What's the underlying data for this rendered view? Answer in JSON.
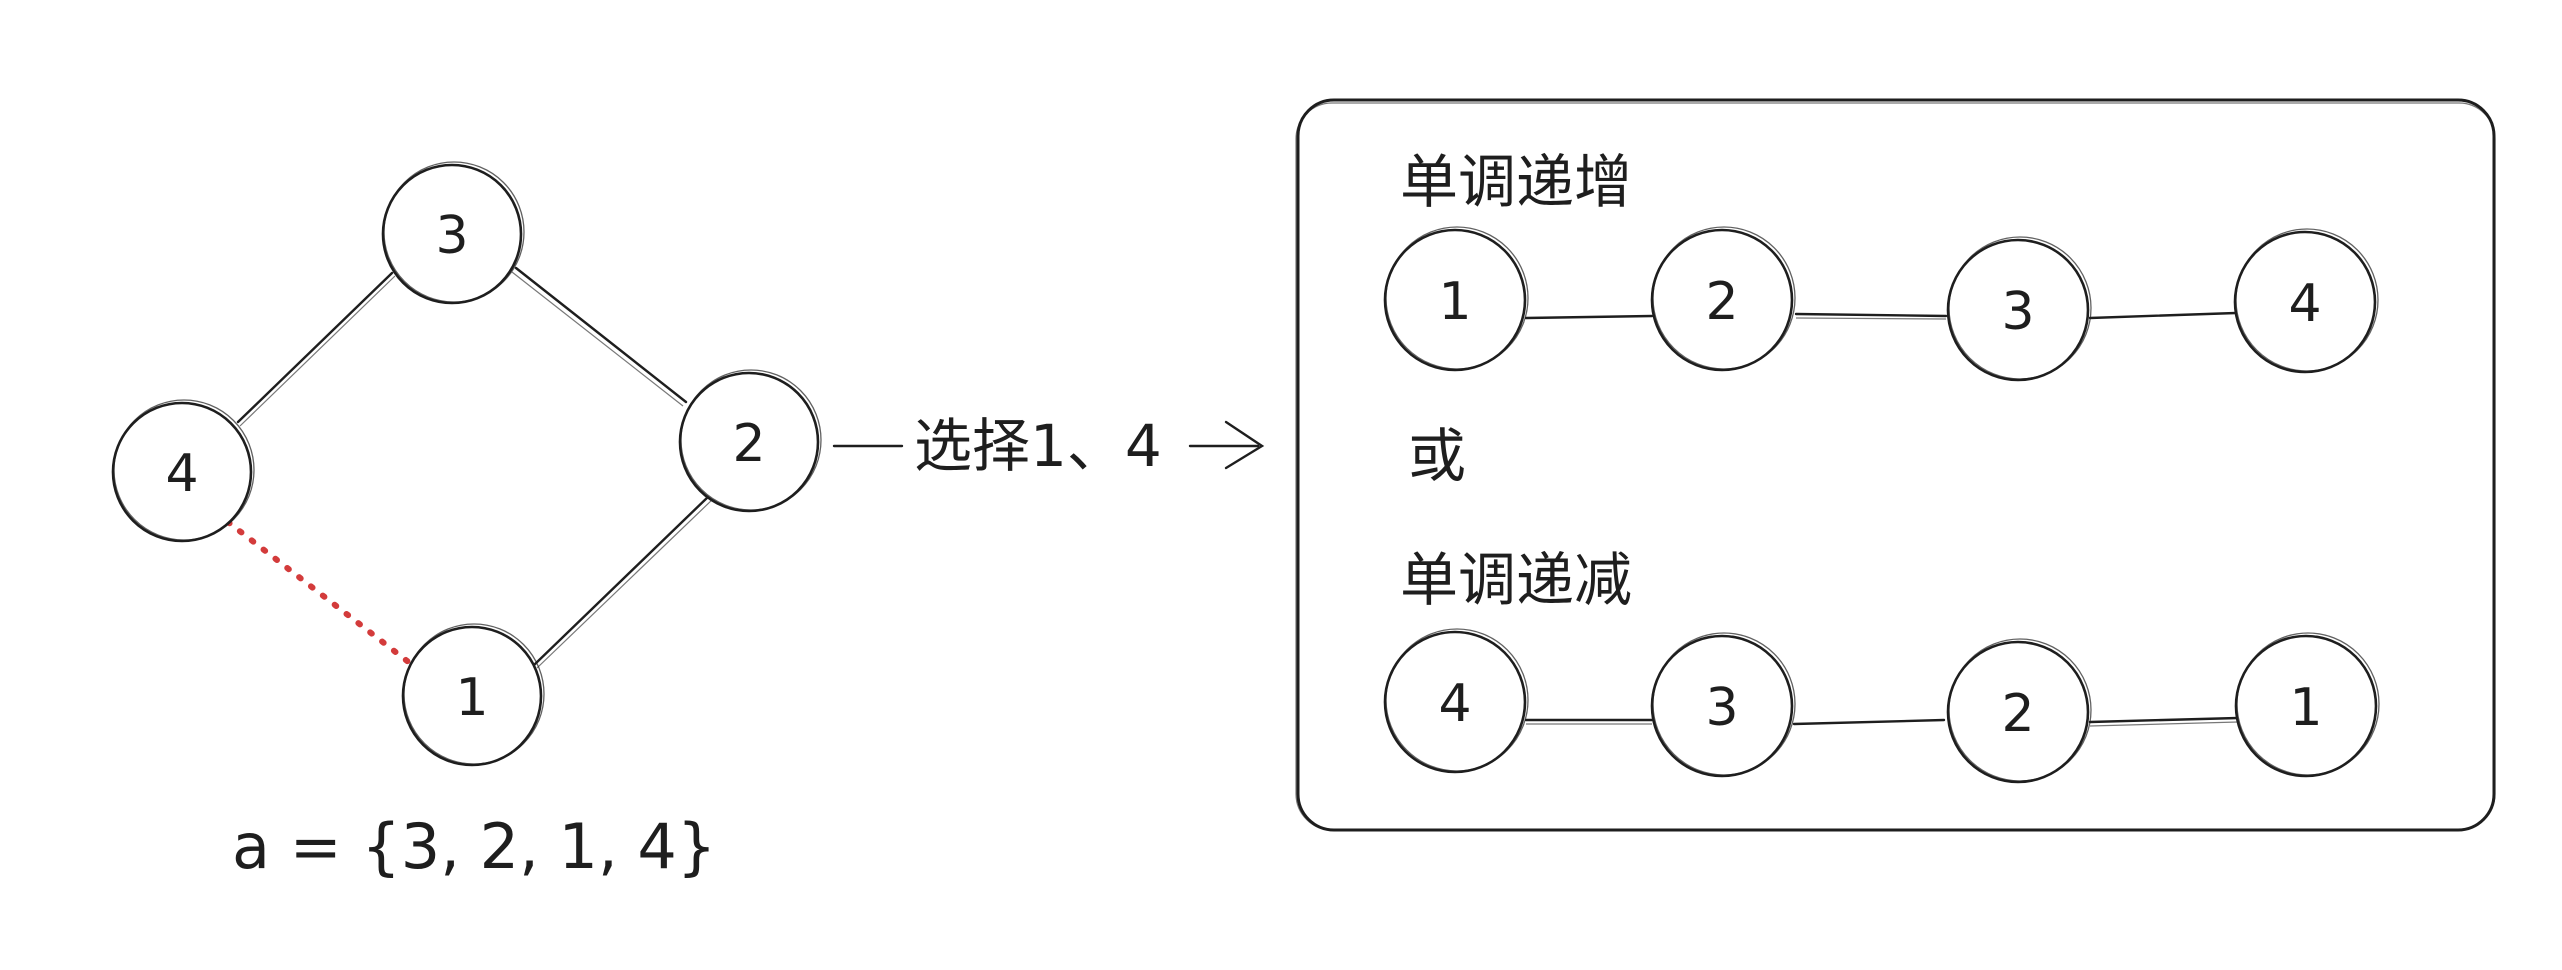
{
  "left_graph": {
    "nodes": [
      {
        "id": "n3",
        "label": "3"
      },
      {
        "id": "n4",
        "label": "4"
      },
      {
        "id": "n2",
        "label": "2"
      },
      {
        "id": "n1",
        "label": "1"
      }
    ],
    "edges": [
      {
        "from": "3",
        "to": "4",
        "style": "solid"
      },
      {
        "from": "3",
        "to": "2",
        "style": "solid"
      },
      {
        "from": "2",
        "to": "1",
        "style": "solid"
      },
      {
        "from": "4",
        "to": "1",
        "style": "dotted"
      }
    ],
    "dotted_color": "#d33b3b",
    "array_label": "a = {3, 2, 1, 4}"
  },
  "arrow": {
    "label": "选择1、4"
  },
  "result_box": {
    "increasing": {
      "title": "单调递增",
      "nodes": [
        "1",
        "2",
        "3",
        "4"
      ]
    },
    "or_label": "或",
    "or_color": "#c83232",
    "decreasing": {
      "title": "单调递减",
      "nodes": [
        "4",
        "3",
        "2",
        "1"
      ]
    }
  }
}
